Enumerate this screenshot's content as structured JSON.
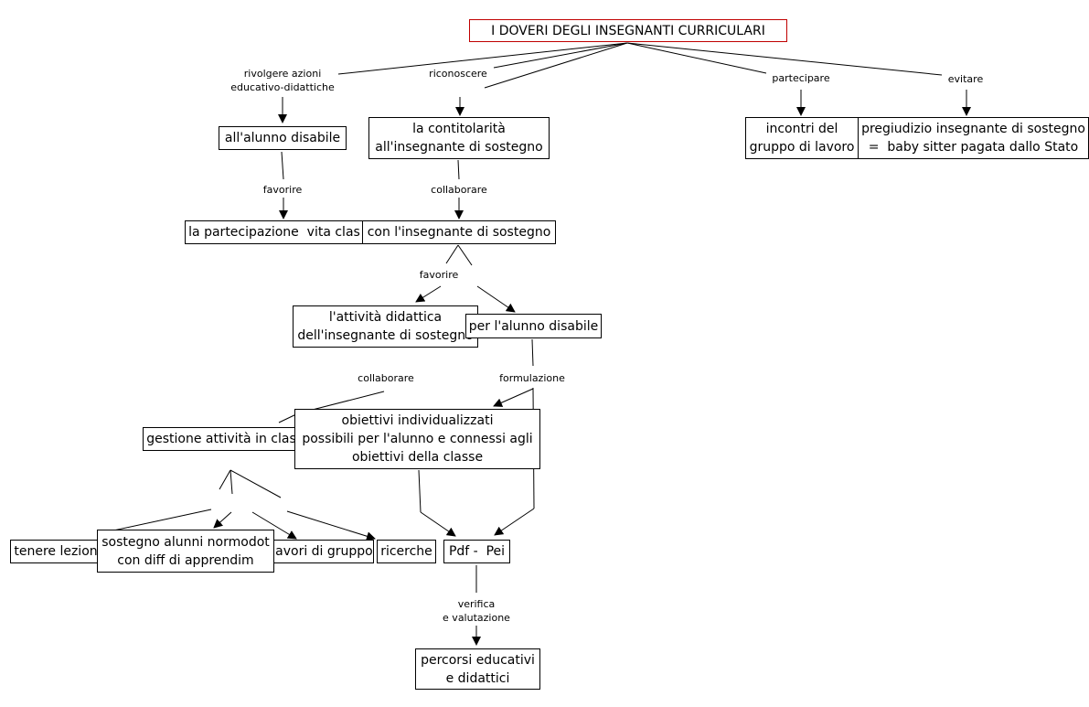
{
  "title": "I DOVERI DEGLI INSEGNANTI CURRICULARI",
  "nodes": {
    "alunno_disabile": "all'alunno disabile",
    "contitolarita": "la contitolarità\nall'insegnante di sostegno",
    "incontri": "incontri del\ngruppo di lavoro",
    "pregiudizio": "pregiudizio insegnante di sostegno\n=  baby sitter pagata dallo Stato",
    "partecipazione": "la partecipazione  vita clas",
    "con_insegnante": "con l'insegnante di sostegno",
    "attivita_didattica": "l'attività didattica\ndell'insegnante di sostegno",
    "per_alunno": "per l'alunno disabile",
    "gestione": "gestione attività in clas",
    "obiettivi": "obiettivi individualizzati\npossibili per l'alunno e connessi agli\nobiettivi della classe",
    "tenere_lezioni": "tenere lezion",
    "sostegno_alunni": "sostegno alunni normodot\ncon diff di apprendim",
    "lavori_gruppo": "lavori di gruppo",
    "ricerche": "ricerche",
    "pdf_pei": "Pdf -  Pei",
    "percorsi": "percorsi educativi\ne didattici"
  },
  "labels": {
    "rivolgere": "rivolgere azioni\neducativo-didattiche",
    "riconoscere": "riconoscere",
    "partecipare": "partecipare",
    "evitare": "evitare",
    "favorire_1": "favorire",
    "collaborare_1": "collaborare",
    "favorire_2": "favorire",
    "collaborare_2": "collaborare",
    "formulazione": "formulazione",
    "verifica": "verifica\ne valutazione"
  }
}
